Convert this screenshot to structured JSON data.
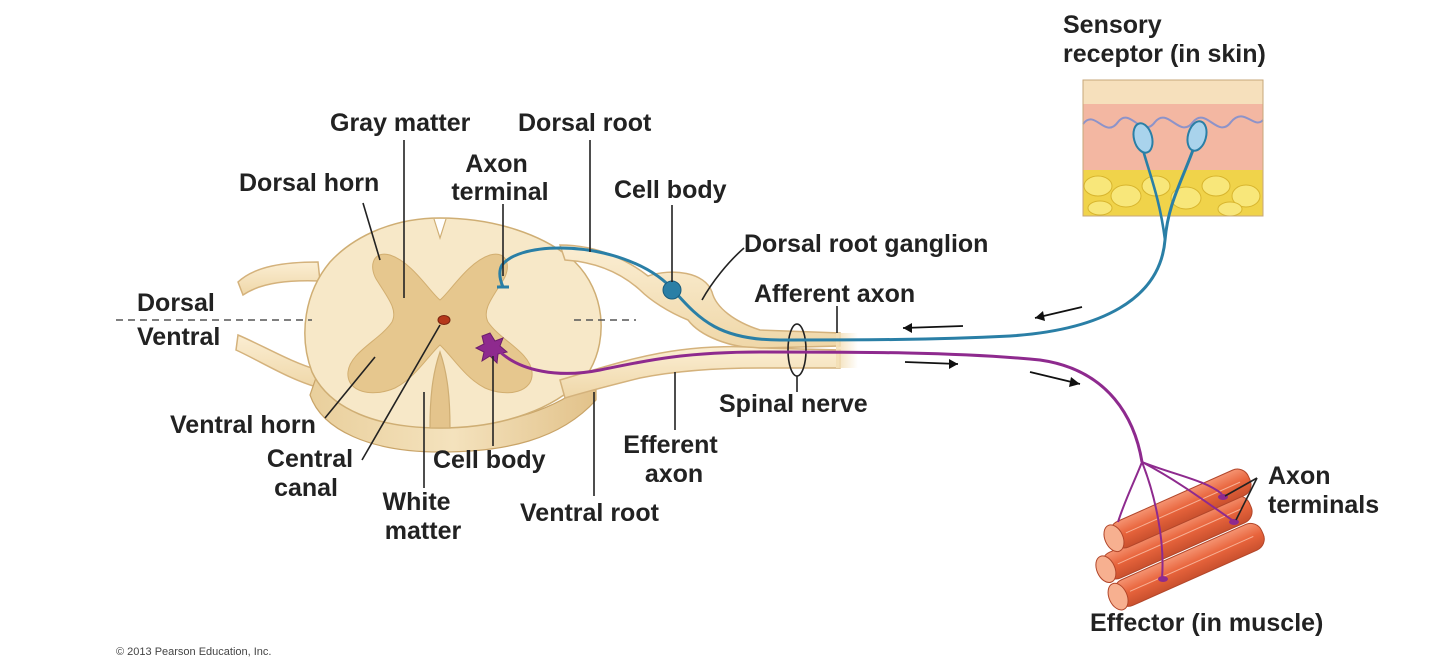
{
  "labels": {
    "sensory_receptor": [
      "Sensory",
      "receptor (in skin)"
    ],
    "gray_matter": "Gray matter",
    "dorsal_root": "Dorsal root",
    "axon_terminal": [
      "Axon",
      "terminal"
    ],
    "cell_body_top": "Cell body",
    "dorsal_horn": "Dorsal horn",
    "dorsal_root_ganglion": "Dorsal root ganglion",
    "afferent_axon": "Afferent axon",
    "dorsal": "Dorsal",
    "ventral": "Ventral",
    "spinal_nerve": "Spinal nerve",
    "efferent_axon": [
      "Efferent",
      "axon"
    ],
    "ventral_horn": "Ventral horn",
    "central_canal": [
      "Central",
      "canal"
    ],
    "cell_body_bottom": "Cell body",
    "white_matter": [
      "White",
      "matter"
    ],
    "ventral_root": "Ventral root",
    "axon_terminals": [
      "Axon",
      "terminals"
    ],
    "effector": "Effector (in muscle)"
  },
  "copyright": "© 2013 Pearson Education, Inc.",
  "colors": {
    "white_matter": "#f6e6c4",
    "gray_matter": "#e8cc95",
    "nerve_outline": "#d4b27c",
    "afferent_neuron": "#2a7fa6",
    "efferent_neuron": "#8e2a8e",
    "muscle": "#e87048",
    "skin_dermis": "#f2b49c",
    "skin_fat": "#f2d84c"
  }
}
